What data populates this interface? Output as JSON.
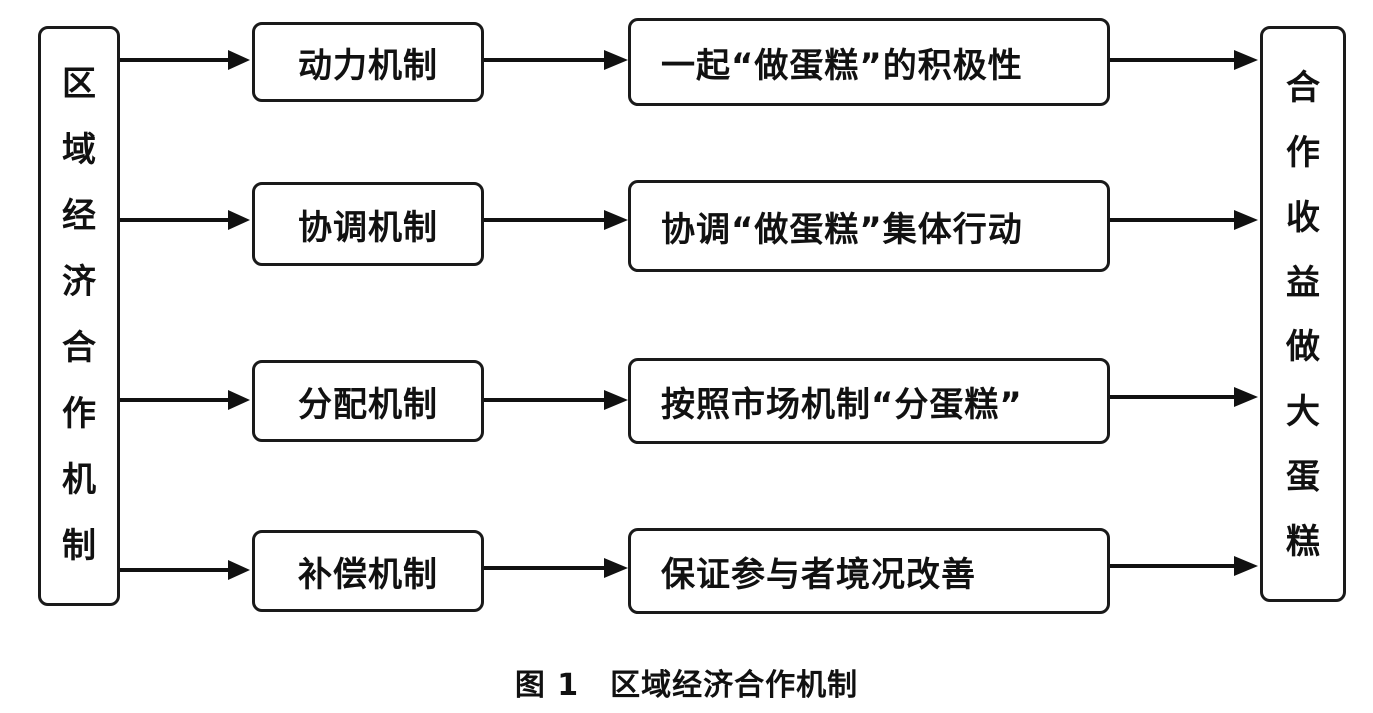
{
  "left_label": [
    "区",
    "域",
    "经",
    "济",
    "合",
    "作",
    "机",
    "制"
  ],
  "right_label": [
    "合",
    "作",
    "收",
    "益",
    "做",
    "大",
    "蛋",
    "糕"
  ],
  "rows": [
    {
      "mechanism": "动力机制",
      "outcome": "一起“做蛋糕”的积极性"
    },
    {
      "mechanism": "协调机制",
      "outcome": "协调“做蛋糕”集体行动"
    },
    {
      "mechanism": "分配机制",
      "outcome": "按照市场机制“分蛋糕”"
    },
    {
      "mechanism": "补偿机制",
      "outcome": "保证参与者境况改善"
    }
  ],
  "caption": "图 1　区域经济合作机制"
}
